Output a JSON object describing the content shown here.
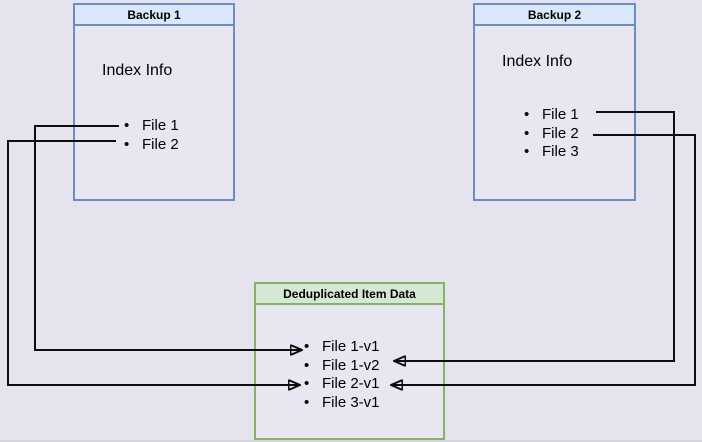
{
  "boxes": {
    "backup1": {
      "title": "Backup 1",
      "subtitle": "Index Info",
      "files": [
        "File 1",
        "File 2"
      ],
      "header_fill": "#dae8fc",
      "border_color": "#6c8ebf"
    },
    "backup2": {
      "title": "Backup 2",
      "subtitle": "Index Info",
      "files": [
        "File 1",
        "File 2",
        "File 3"
      ],
      "header_fill": "#dae8fc",
      "border_color": "#6c8ebf"
    },
    "dedup": {
      "title": "Deduplicated Item Data",
      "items": [
        "File 1-v1",
        "File 1-v2",
        "File 2-v1",
        "File 3-v1"
      ],
      "header_fill": "#d5e8d4",
      "border_color": "#82b366"
    }
  },
  "connections": [
    {
      "from": "Backup 1 / File 1",
      "to": "File 1-v1"
    },
    {
      "from": "Backup 1 / File 2",
      "to": "File 2-v1"
    },
    {
      "from": "Backup 2 / File 1",
      "to": "File 1-v2"
    },
    {
      "from": "Backup 2 / File 2",
      "to": "File 2-v1"
    }
  ],
  "colors": {
    "background": "#e4e3ee",
    "box_body": "#e7e6f1",
    "line": "#0d0d0d",
    "text": "#000000"
  }
}
